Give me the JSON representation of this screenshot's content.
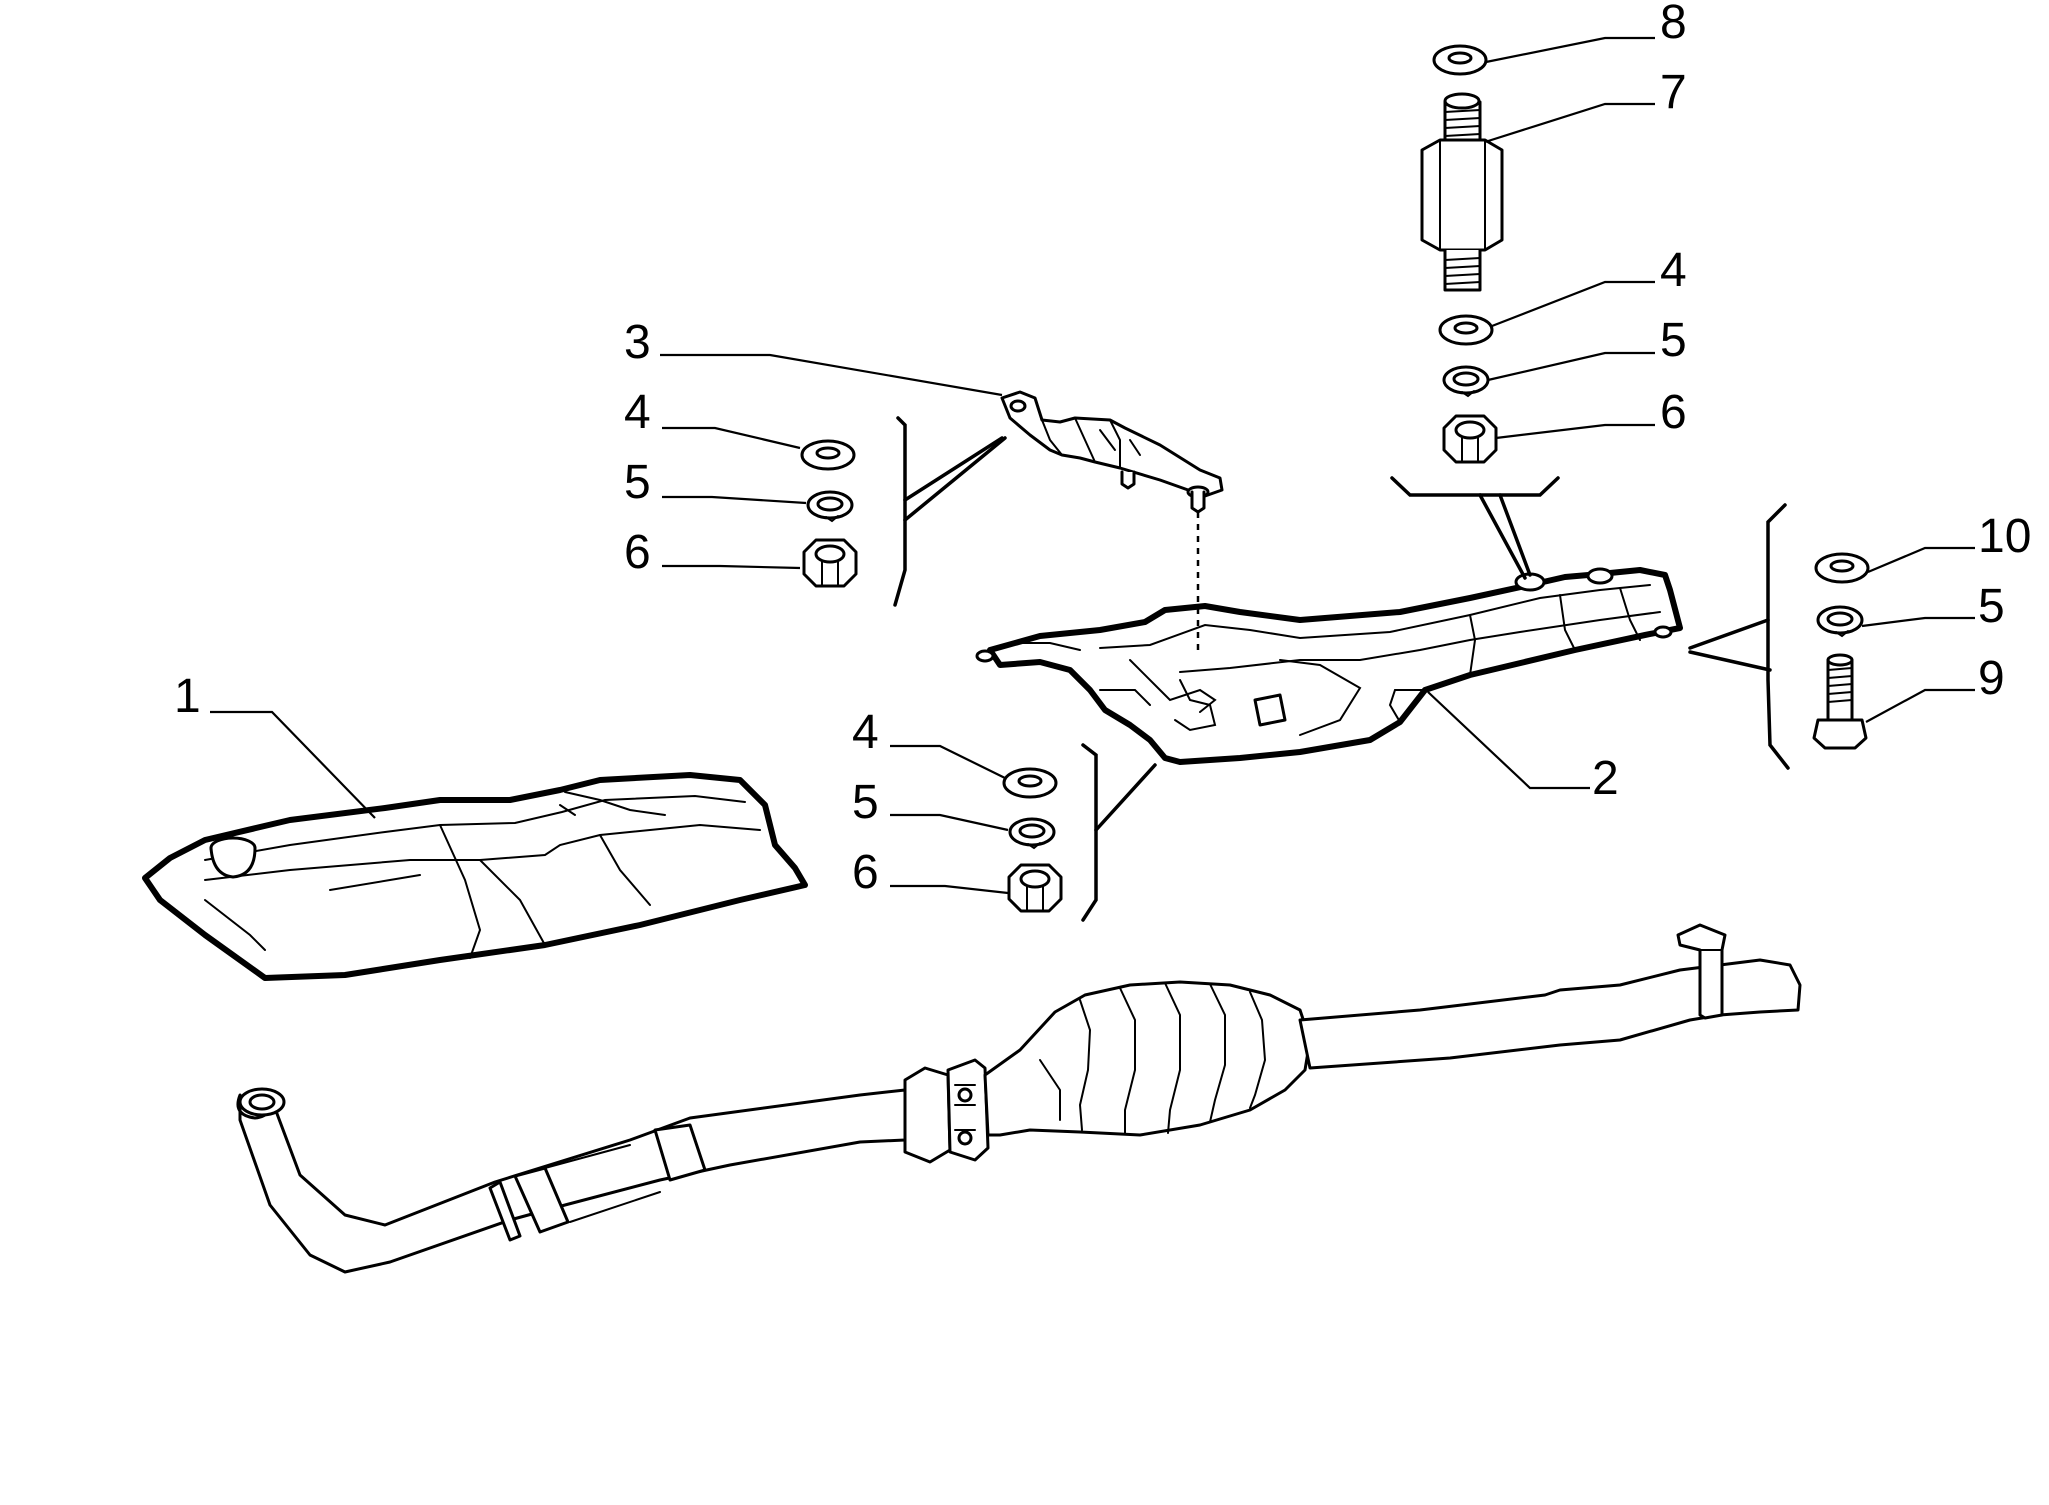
{
  "labels": [
    {
      "id": "label-1",
      "text": "1"
    },
    {
      "id": "label-2",
      "text": "2"
    },
    {
      "id": "label-3",
      "text": "3"
    },
    {
      "id": "label-4-left",
      "text": "4"
    },
    {
      "id": "label-5-left",
      "text": "5"
    },
    {
      "id": "label-6-left",
      "text": "6"
    },
    {
      "id": "label-4-lower",
      "text": "4"
    },
    {
      "id": "label-5-lower",
      "text": "5"
    },
    {
      "id": "label-6-lower",
      "text": "6"
    },
    {
      "id": "label-8",
      "text": "8"
    },
    {
      "id": "label-7",
      "text": "7"
    },
    {
      "id": "label-4-top",
      "text": "4"
    },
    {
      "id": "label-5-top",
      "text": "5"
    },
    {
      "id": "label-6-top",
      "text": "6"
    },
    {
      "id": "label-10",
      "text": "10"
    },
    {
      "id": "label-5-right",
      "text": "5"
    },
    {
      "id": "label-9",
      "text": "9"
    }
  ],
  "icons": {
    "heat-shield-1": "heat-shield-icon",
    "heat-shield-2": "heat-shield-icon",
    "bracket-3": "bracket-icon",
    "spacer-7": "threaded-spacer-icon",
    "bolt-9": "bolt-icon",
    "exhaust-pipe": "exhaust-pipe-icon",
    "washer": "washer-icon",
    "spring-washer": "spring-washer-icon",
    "nut": "nut-icon"
  }
}
